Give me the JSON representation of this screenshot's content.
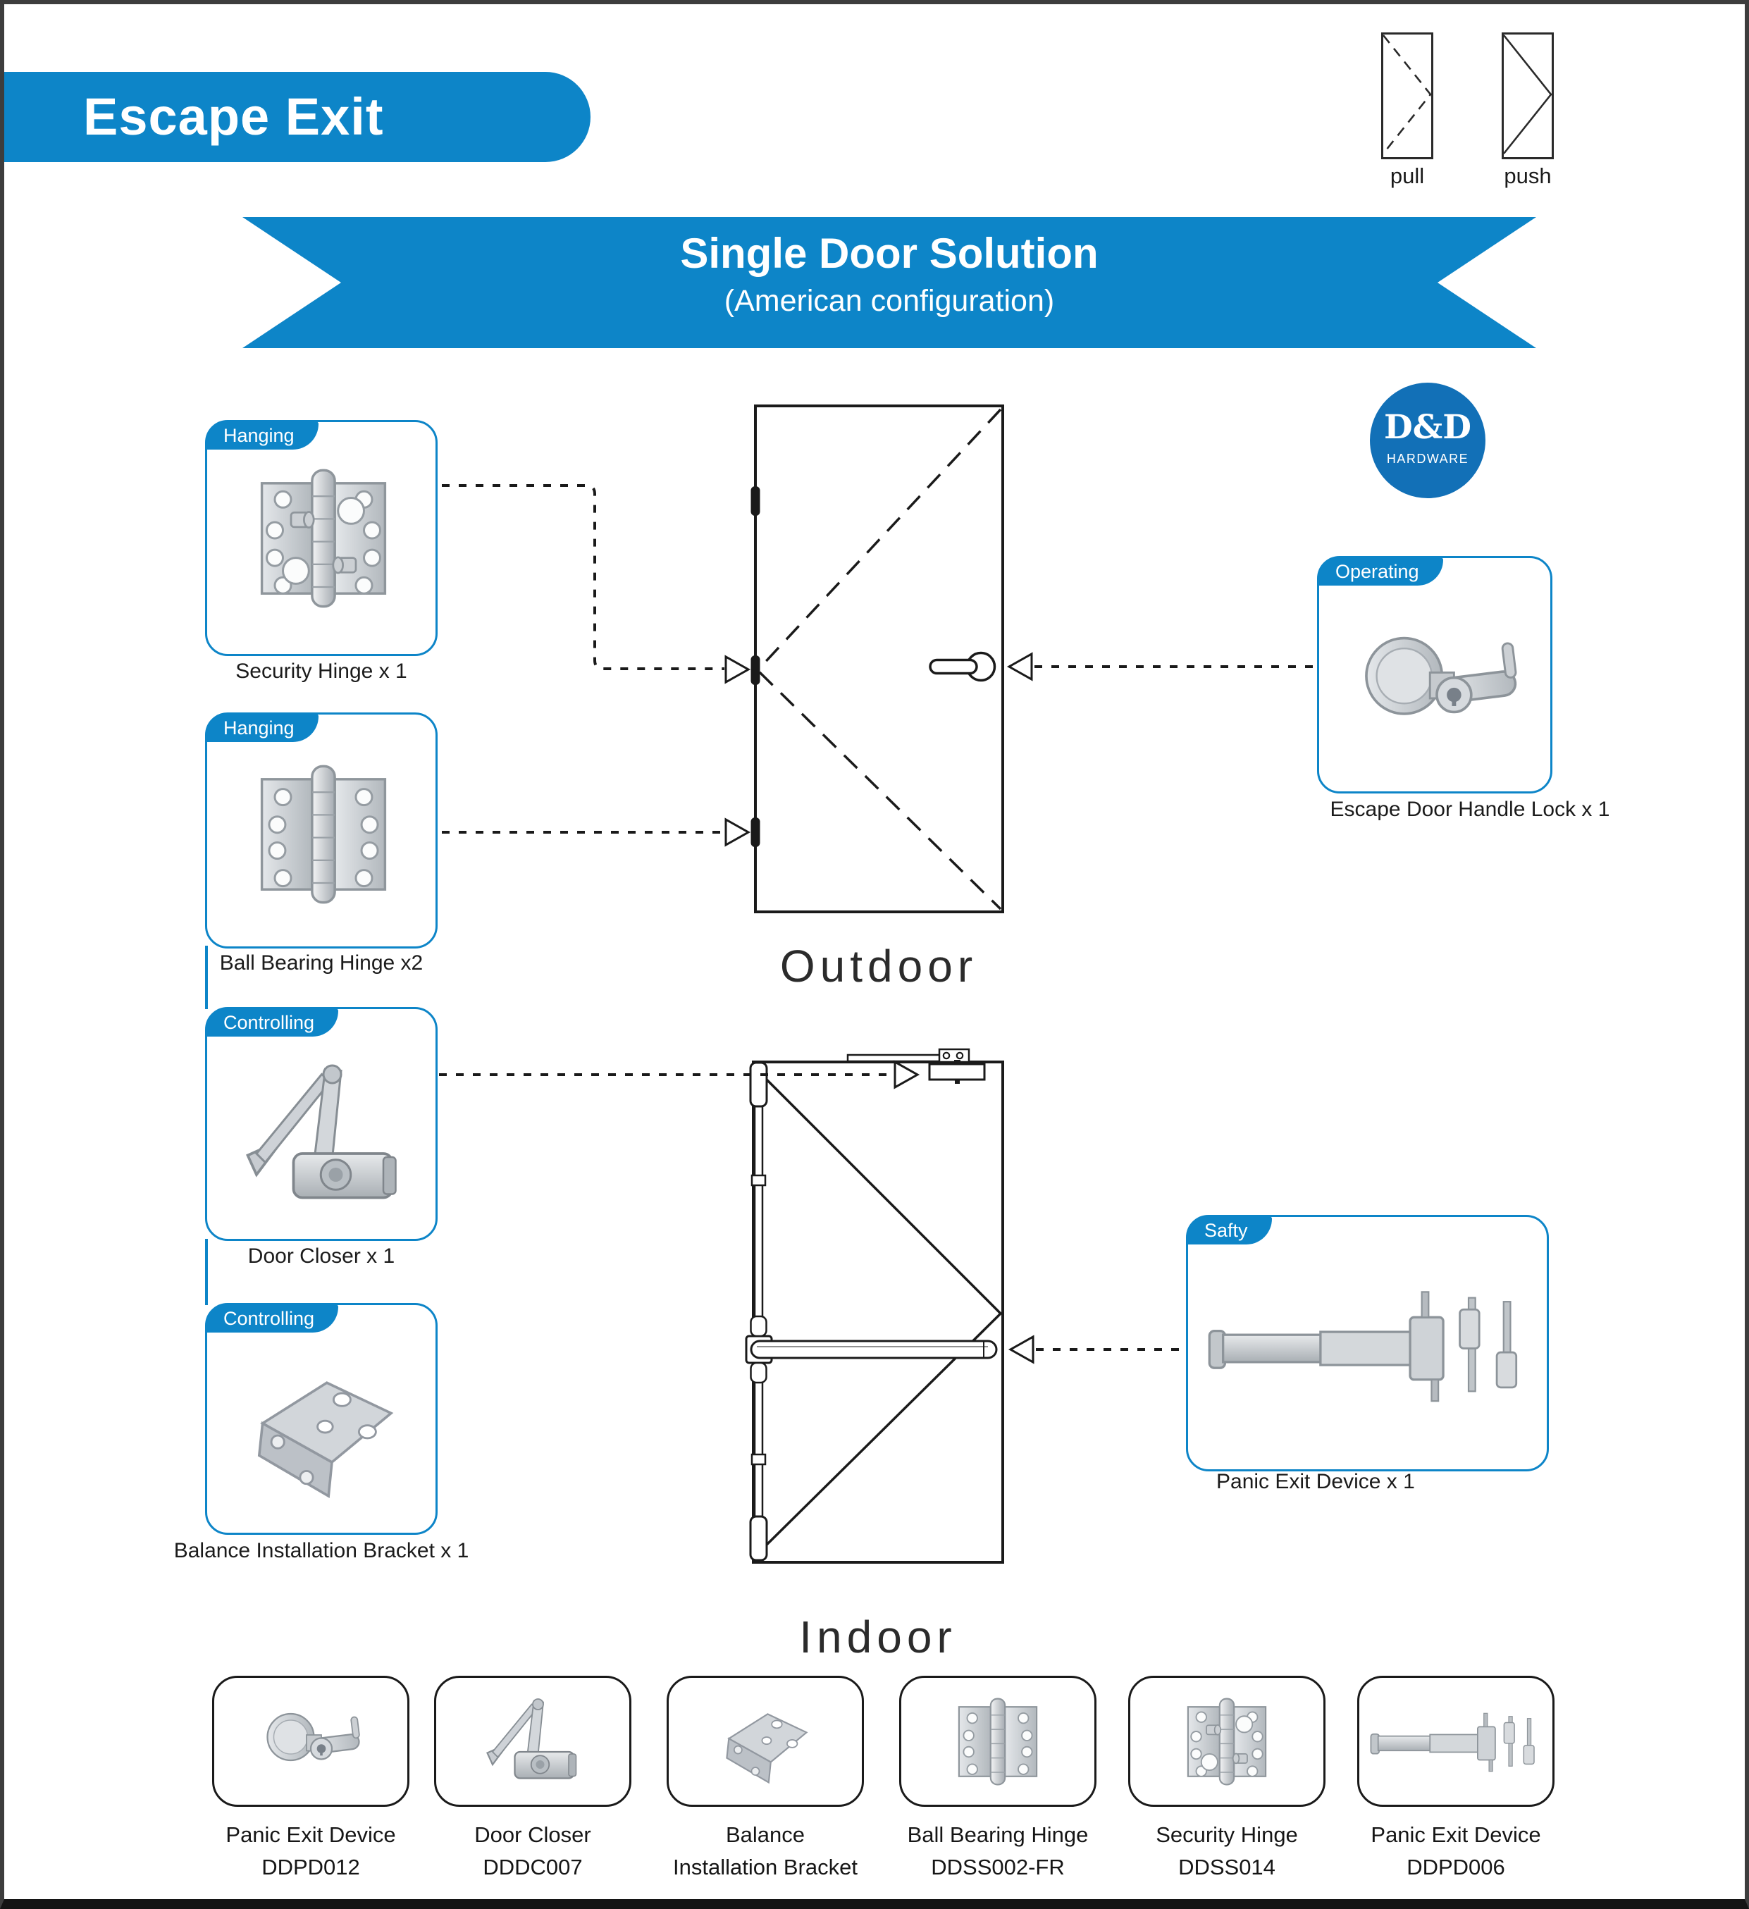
{
  "page": {
    "title": "Escape Exit"
  },
  "legend": {
    "pull": "pull",
    "push": "push"
  },
  "ribbon": {
    "title": "Single Door Solution",
    "subtitle": "(American configuration)"
  },
  "logo": {
    "name": "D&D",
    "subtitle": "HARDWARE"
  },
  "sections": {
    "outdoor": "Outdoor",
    "indoor": "Indoor"
  },
  "colors": {
    "accent_blue": "#0d85c8",
    "logo_blue": "#1270b7",
    "line_black": "#1a1a1a"
  },
  "callouts": [
    {
      "tab": "Hanging",
      "caption": "Security Hinge x 1",
      "icon": "security-hinge-icon"
    },
    {
      "tab": "Hanging",
      "caption": "Ball Bearing Hinge x2",
      "icon": "ball-bearing-hinge-icon"
    },
    {
      "tab": "Controlling",
      "caption": "Door Closer x 1",
      "icon": "door-closer-icon"
    },
    {
      "tab": "Controlling",
      "caption": "Balance Installation Bracket x 1",
      "icon": "balance-bracket-icon"
    },
    {
      "tab": "Operating",
      "caption": "Escape Door Handle Lock  x 1",
      "icon": "handle-lock-icon"
    },
    {
      "tab": "Safty",
      "caption": "Panic  Exit  Device x 1",
      "icon": "panic-exit-device-icon"
    }
  ],
  "products": [
    {
      "line1": "Panic Exit Device",
      "line2": "DDPD012",
      "icon": "handle-lock-icon"
    },
    {
      "line1": "Door Closer",
      "line2": "DDDC007",
      "icon": "door-closer-icon"
    },
    {
      "line1": "Balance",
      "line2": "Installation Bracket",
      "icon": "balance-bracket-icon"
    },
    {
      "line1": "Ball Bearing Hinge",
      "line2": "DDSS002-FR",
      "icon": "ball-bearing-hinge-icon"
    },
    {
      "line1": "Security Hinge",
      "line2": "DDSS014",
      "icon": "security-hinge-icon"
    },
    {
      "line1": "Panic Exit Device",
      "line2": "DDPD006",
      "icon": "panic-exit-device-icon"
    }
  ]
}
